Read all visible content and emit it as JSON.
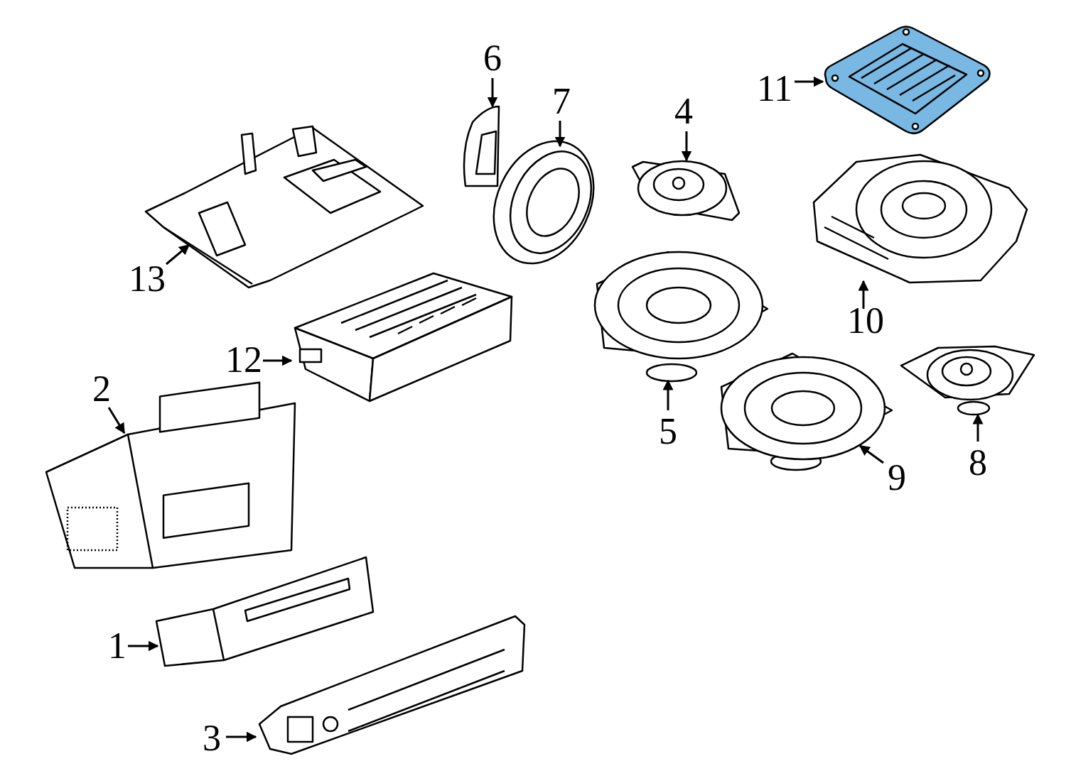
{
  "diagram": {
    "labels": [
      "6",
      "7",
      "4",
      "11",
      "13",
      "12",
      "10",
      "2",
      "5",
      "9",
      "8",
      "1",
      "3"
    ]
  }
}
